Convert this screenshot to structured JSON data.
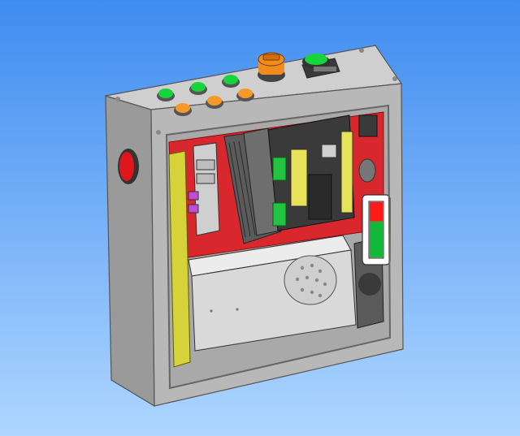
{
  "scene": {
    "subject": "electrical-enclosure-cad-render",
    "colors": {
      "background_top": "#3f8cf0",
      "background_bottom": "#aed6ff",
      "enclosure_body": "#b8b8b8",
      "enclosure_side": "#9a9a9a",
      "enclosure_top": "#cfcfcf",
      "mounting_plate": "#d8282e",
      "din_rail": "#d6d23a",
      "terminal_green": "#22c43f",
      "button_green": "#16d43a",
      "button_orange": "#f59a28",
      "selector_orange": "#f08c1e",
      "cable_gland_red": "#e0161c",
      "gauge_red": "#ff1a1a",
      "gauge_green": "#12b83a",
      "power_supply": "#d9d9d9",
      "driver_dark": "#5b5b5b",
      "controller_dark": "#3a3a3a"
    },
    "top_panel": {
      "indicator_lights": [
        {
          "name": "light-1",
          "color": "green"
        },
        {
          "name": "light-2",
          "color": "green"
        },
        {
          "name": "light-3",
          "color": "green"
        },
        {
          "name": "light-4",
          "color": "orange"
        },
        {
          "name": "light-5",
          "color": "orange"
        },
        {
          "name": "light-6",
          "color": "orange"
        }
      ],
      "controls": [
        {
          "name": "selector-switch",
          "color": "orange"
        },
        {
          "name": "start-button",
          "color": "green"
        }
      ]
    },
    "door_gauge": {
      "filled_fraction": 0.65
    }
  }
}
